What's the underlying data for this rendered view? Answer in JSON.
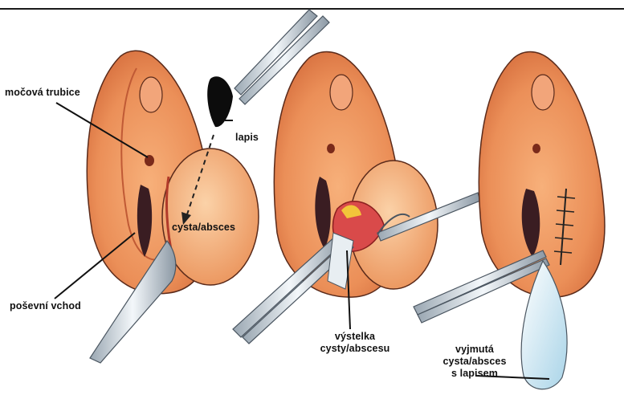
{
  "labels": {
    "urethra": "močová trubice",
    "lapis": "lapis",
    "cyst": "cysta/absces",
    "vaginal_entrance": "poševní vchod",
    "lining_line1": "výstelka",
    "lining_line2": "cysty/abscesu",
    "removed_line1": "vyjmutá",
    "removed_line2": "cysta/absces",
    "removed_line3": "s lapisem"
  },
  "colors": {
    "skin": "#e9935c",
    "skin_dark": "#c9653c",
    "inner": "#f07a58",
    "cavity": "#3a1d22",
    "outline": "#5a2a1a",
    "instrument": "#e8eef2"
  },
  "icons": [
    "forceps-icon",
    "scalpel-icon",
    "lapis-stick-icon",
    "tweezers-icon",
    "retractor-icon"
  ]
}
